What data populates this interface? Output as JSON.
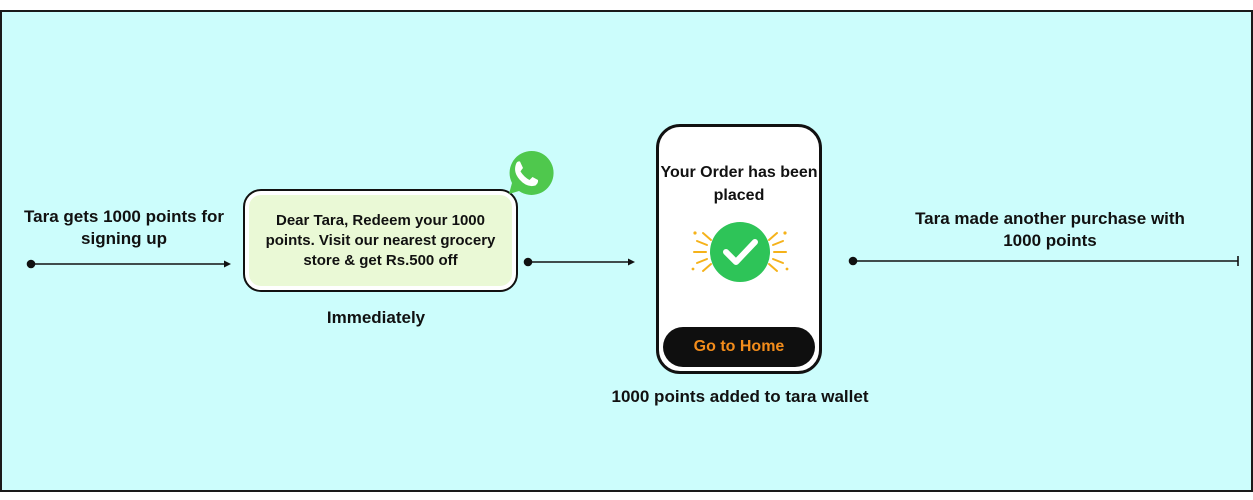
{
  "steps": {
    "signup": "Tara gets 1000 points for signing up",
    "message": "Dear Tara, Redeem your 1000 points. Visit our nearest grocery store & get Rs.500 off",
    "timing": "Immediately",
    "order_title": "Your Order has been placed",
    "home_button": "Go to Home",
    "wallet": "1000 points added to tara wallet",
    "another_purchase": "Tara made another purchase with 1000 points"
  },
  "icons": {
    "whatsapp": "whatsapp-icon",
    "success": "check-circle-icon"
  },
  "colors": {
    "background": "#ccfdfc",
    "bubble": "#eaf9d6",
    "whatsapp": "#4fc84d",
    "success": "#2ec458",
    "button_text": "#f28c1b"
  }
}
